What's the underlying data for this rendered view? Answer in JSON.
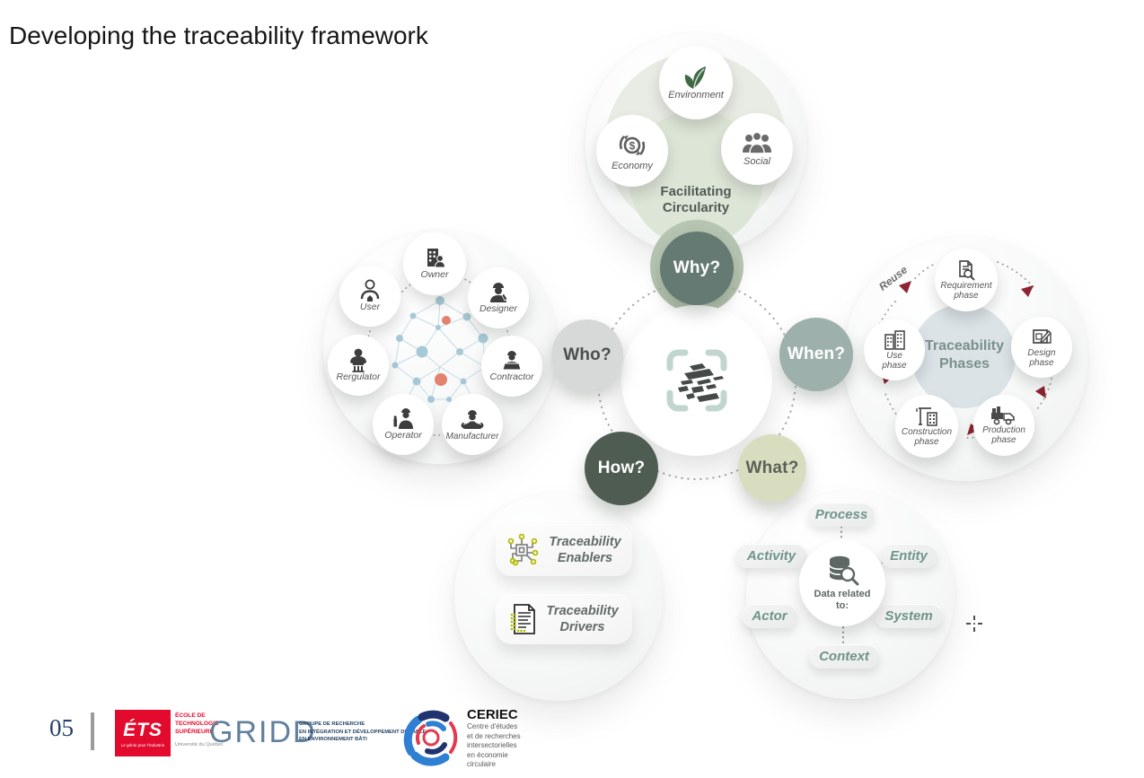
{
  "slide": {
    "title": "Developing the traceability framework",
    "page_number": "05"
  },
  "hub": {
    "center_icon": "scan-blocks-icon",
    "questions": {
      "why": "Why?",
      "who": "Who?",
      "when": "When?",
      "how": "How?",
      "what": "What?"
    }
  },
  "why_group": {
    "heading": "Facilitating Circularity",
    "items": [
      {
        "label": "Environment",
        "icon": "leaf-icon"
      },
      {
        "label": "Economy",
        "icon": "currency-cycle-icon"
      },
      {
        "label": "Social",
        "icon": "people-group-icon"
      }
    ]
  },
  "who_group": {
    "items": [
      {
        "label": "Owner",
        "icon": "building-person-icon"
      },
      {
        "label": "Designer",
        "icon": "helmet-designer-icon"
      },
      {
        "label": "Contractor",
        "icon": "laptop-person-icon"
      },
      {
        "label": "Manufacturer",
        "icon": "helmet-wrench-icon"
      },
      {
        "label": "Operator",
        "icon": "helmet-blueprint-icon"
      },
      {
        "label": "Rergulator",
        "icon": "regulator-columns-icon"
      },
      {
        "label": "User",
        "icon": "person-home-icon"
      }
    ]
  },
  "when_group": {
    "heading": "Traceability Phases",
    "reuse_label": "Reuse",
    "items": [
      {
        "label": "Requirement phase",
        "icon": "document-search-icon"
      },
      {
        "label": "Design phase",
        "icon": "blueprint-pen-icon"
      },
      {
        "label": "Production phase",
        "icon": "truck-icon"
      },
      {
        "label": "Construction phase",
        "icon": "crane-building-icon"
      },
      {
        "label": "Use phase",
        "icon": "buildings-icon"
      }
    ]
  },
  "how_group": {
    "items": [
      {
        "label": "Traceability Enablers",
        "icon": "circuit-chip-icon"
      },
      {
        "label": "Traceability Drivers",
        "icon": "document-list-icon"
      }
    ]
  },
  "what_group": {
    "center_label": "Data related to:",
    "center_icon": "database-search-icon",
    "items": [
      "Process",
      "Activity",
      "Entity",
      "Actor",
      "System",
      "Context"
    ]
  },
  "footer": {
    "ets": {
      "abbr": "ÉTS",
      "tagline": "Le génie pour l'industrie",
      "name_lines": [
        "ÉCOLE DE",
        "TECHNOLOGIE",
        "SUPÉRIEURE"
      ],
      "affiliation": "Université du Québec"
    },
    "gridd": {
      "abbr": "GRIDD",
      "name_lines": [
        "GROUPE DE RECHERCHE",
        "EN INTÉGRATION ET DÉVELOPPEMENT DURABLE",
        "EN ENVIRONNEMENT BÂTI"
      ]
    },
    "ceriec": {
      "abbr": "CERIEC",
      "name_lines": [
        "Centre d'études",
        "et de recherches",
        "intersectorielles",
        "en économie",
        "circulaire"
      ]
    }
  },
  "colors": {
    "why_btn": "#657a72",
    "when_btn": "#9db0ab",
    "how_btn": "#4e5c51",
    "what_btn": "#d9ddc0",
    "who_btn": "#d7d9d8",
    "arrow_red": "#8c2433",
    "enabler_green": "#b4bd00",
    "teal_text": "#6f948c",
    "phase_blob": "#dbe3e7",
    "circularity_sage": "#b6c5b1"
  }
}
